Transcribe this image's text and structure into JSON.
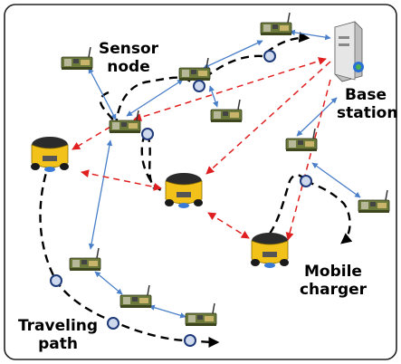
{
  "labels": {
    "sensor_node": [
      "Sensor",
      "node"
    ],
    "base_station": [
      "Base",
      "station"
    ],
    "mobile_charger": [
      "Mobile",
      "charger"
    ],
    "traveling_path": [
      "Traveling",
      "path"
    ]
  },
  "colors": {
    "border": "#222222",
    "sensor_link": "#4a7fc9",
    "charge_link": "#e02020",
    "path": "#000000",
    "waypoint_fill": "#cfd9ee",
    "waypoint_stroke": "#1f3a7a",
    "sensor_board": "#6b7a3a",
    "robot_body": "#f2c21a",
    "robot_top": "#2b2b2b",
    "server": "#d9d9d9"
  },
  "icons": [
    "sensor-node-icon",
    "base-station-icon",
    "mobile-charger-icon",
    "waypoint-icon"
  ]
}
